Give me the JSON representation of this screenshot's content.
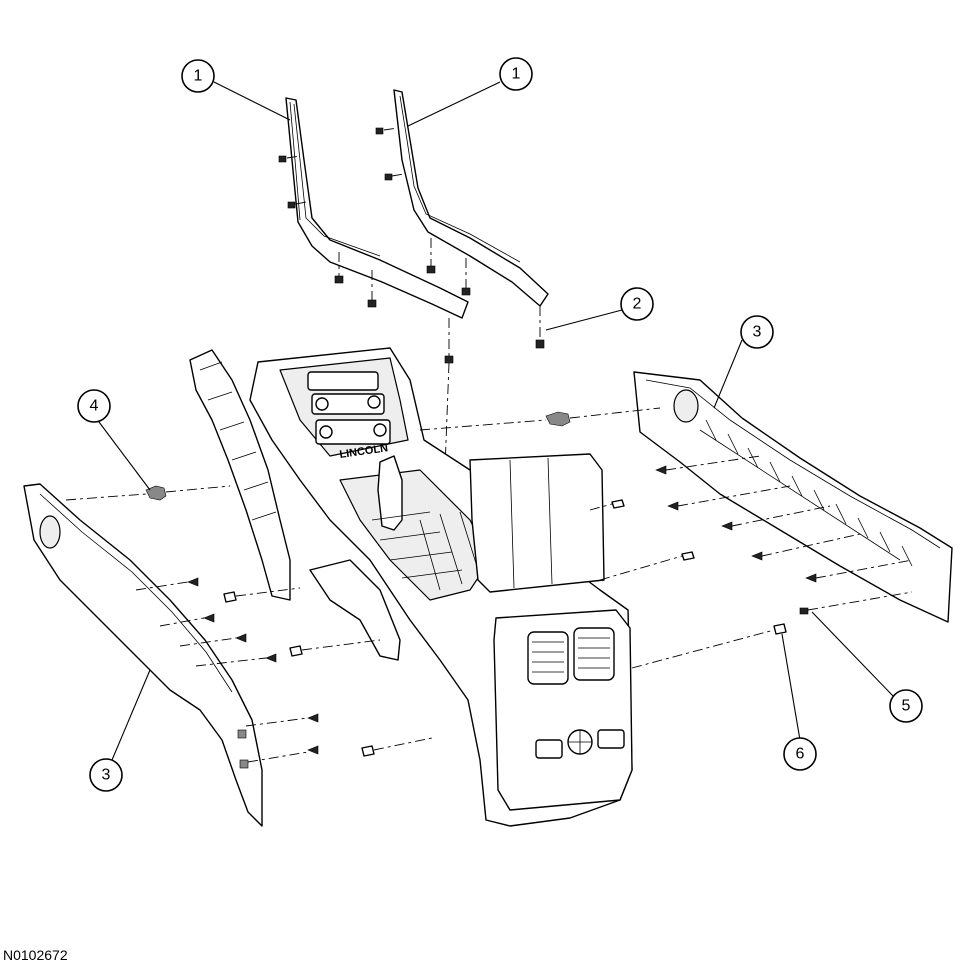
{
  "figure_id": "N0102672",
  "console_badge": "LINCOLN",
  "callouts": [
    {
      "key": "trim-left-top",
      "label": "1"
    },
    {
      "key": "trim-right-top",
      "label": "1"
    },
    {
      "key": "clip-upper",
      "label": "2"
    },
    {
      "key": "side-panel-right",
      "label": "3"
    },
    {
      "key": "side-panel-left",
      "label": "3"
    },
    {
      "key": "pushpin-left",
      "label": "4"
    },
    {
      "key": "clip-right",
      "label": "5"
    },
    {
      "key": "screw-right",
      "label": "6"
    }
  ]
}
